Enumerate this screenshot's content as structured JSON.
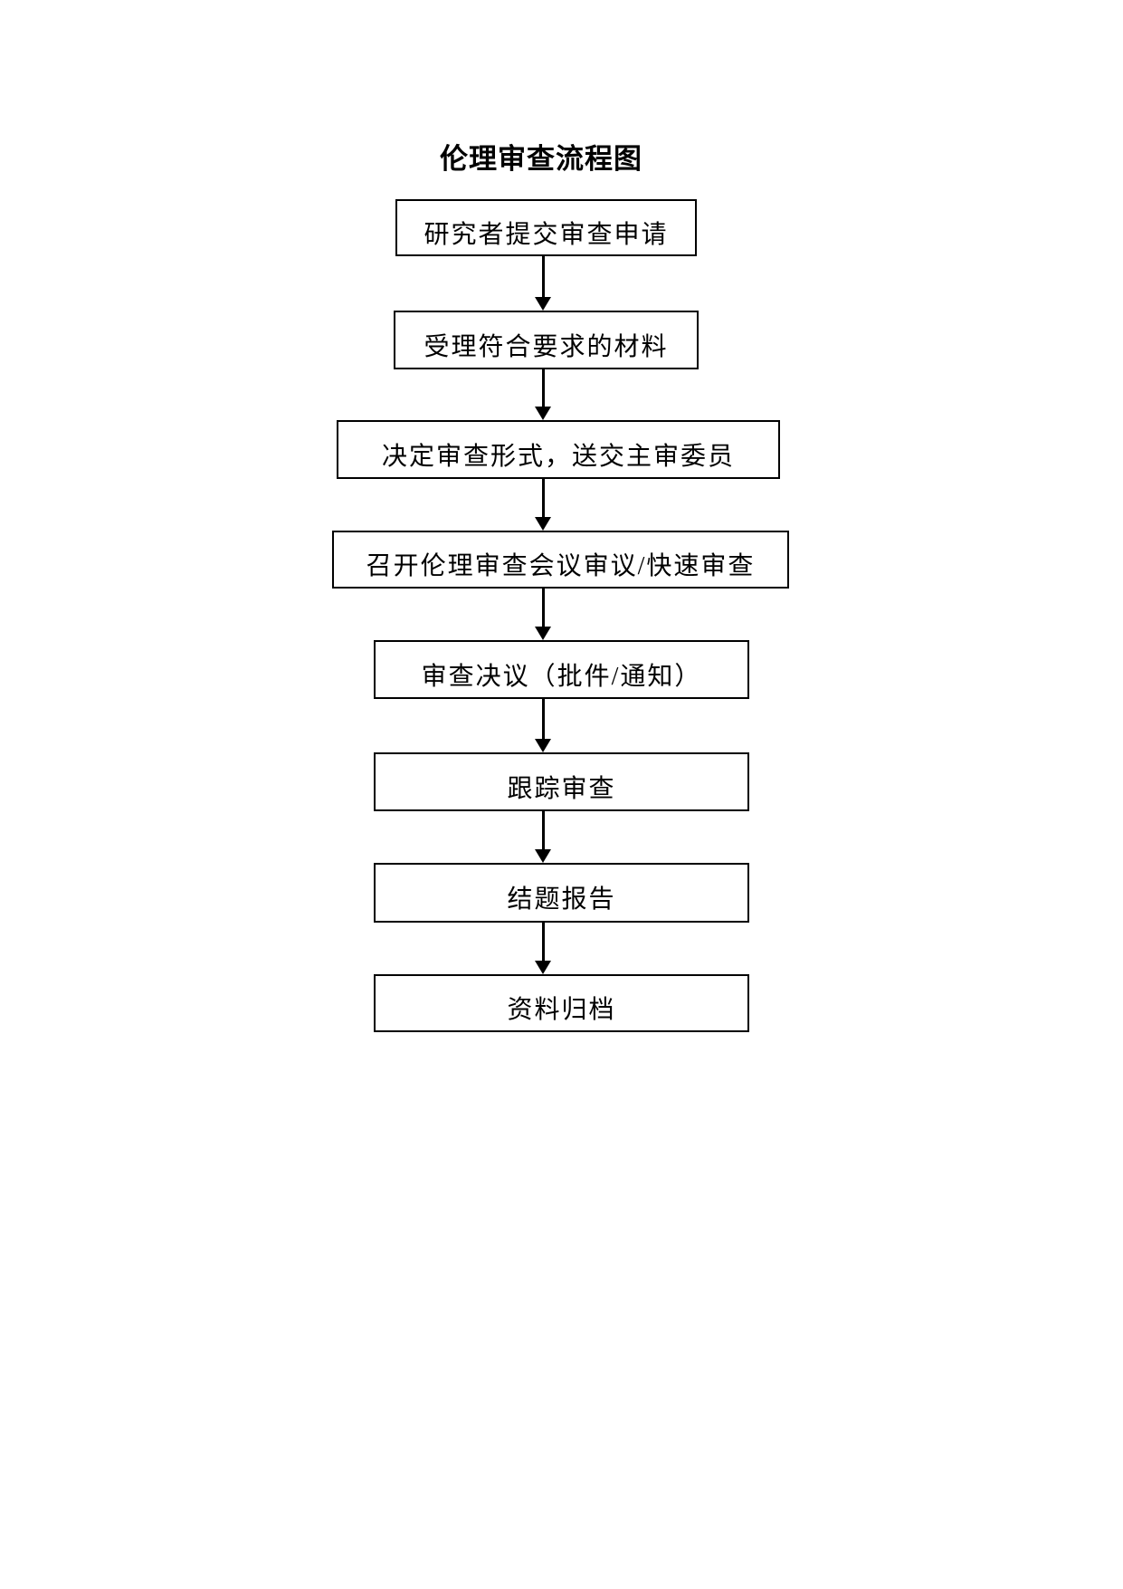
{
  "title": "伦理审查流程图",
  "flowchart": {
    "type": "flowchart",
    "direction": "top-down",
    "box_border_color": "#000000",
    "text_color": "#000000",
    "background_color": "#ffffff",
    "connector_style": "solid-arrow-down",
    "steps": [
      "研究者提交审查申请",
      "受理符合要求的材料",
      "决定审查形式，送交主审委员",
      "召开伦理审查会议审议/快速审查",
      "审查决议（批件/通知）",
      "跟踪审查",
      "结题报告",
      "资料归档"
    ]
  }
}
